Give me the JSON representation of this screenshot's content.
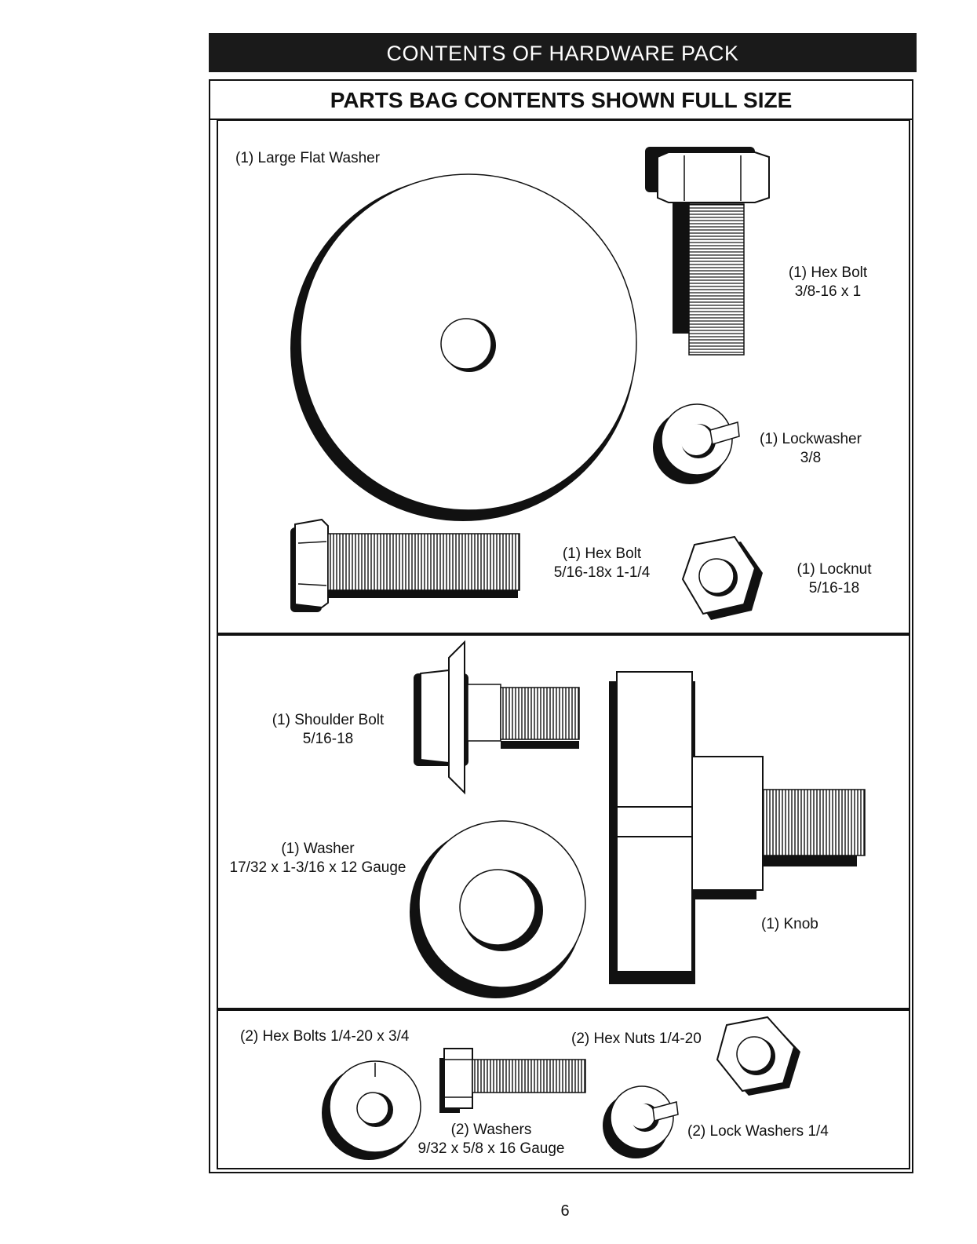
{
  "header": {
    "title": "CONTENTS OF HARDWARE PACK"
  },
  "subheader": {
    "title": "PARTS BAG CONTENTS SHOWN FULL SIZE"
  },
  "parts": {
    "large_flat_washer": {
      "label": "(1) Large Flat Washer"
    },
    "hex_bolt_3_8": {
      "qty_name": "(1) Hex Bolt",
      "size": "3/8-16 x 1"
    },
    "lockwasher_3_8": {
      "qty_name": "(1) Lockwasher",
      "size": "3/8"
    },
    "hex_bolt_5_16": {
      "qty_name": "(1) Hex Bolt",
      "size": "5/16-18x 1-1/4"
    },
    "locknut_5_16": {
      "qty_name": "(1) Locknut",
      "size": "5/16-18"
    },
    "shoulder_bolt": {
      "qty_name": "(1) Shoulder Bolt",
      "size": "5/16-18"
    },
    "washer_17_32": {
      "qty_name": "(1) Washer",
      "size": "17/32 x 1-3/16 x 12 Gauge"
    },
    "knob": {
      "label": "(1) Knob"
    },
    "hex_bolts_1_4": {
      "label": "(2) Hex Bolts 1/4-20 x 3/4"
    },
    "hex_nuts_1_4": {
      "label": "(2) Hex Nuts 1/4-20"
    },
    "washers_9_32": {
      "qty_name": "(2) Washers",
      "size": "9/32 x 5/8 x 16 Gauge"
    },
    "lock_washers_1_4": {
      "label": "(2) Lock Washers 1/4"
    }
  },
  "footer": {
    "page_number": "6"
  }
}
